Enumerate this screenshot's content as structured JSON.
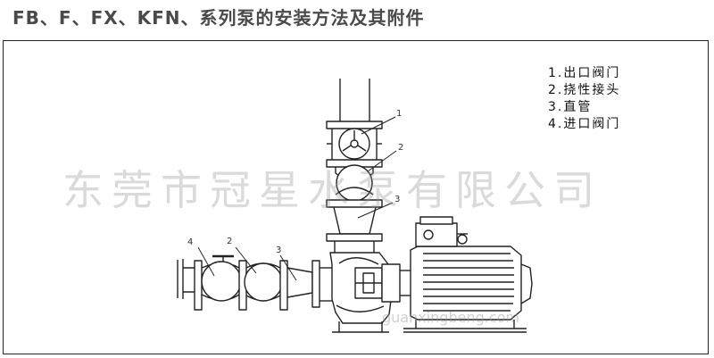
{
  "title": "FB、F、FX、KFN、系列泵的安装方法及其附件",
  "legend": [
    "1.出口阀门",
    "2.挠性接头",
    "3.直管",
    "4.进口阀门"
  ],
  "callouts": {
    "outlet_valve": "1",
    "flexible_joint_upper": "2",
    "pipe_upper": "3",
    "inlet_valve": "4",
    "flexible_joint_lower": "2",
    "pipe_lower": "3"
  },
  "watermark": {
    "company": "东莞市冠星水泵有限公司",
    "url": "guanxingbeng.com"
  },
  "colors": {
    "line": "#222222",
    "title": "#4a4a4a",
    "watermark": "#969696"
  }
}
